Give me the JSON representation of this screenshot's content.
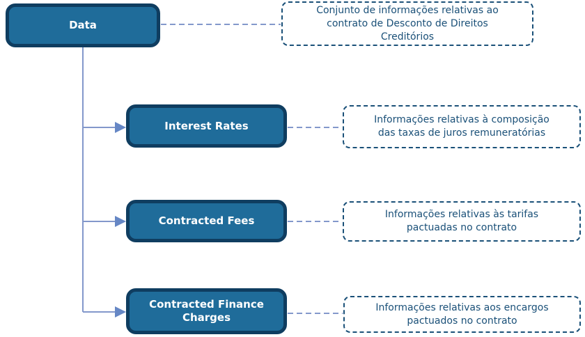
{
  "tree": {
    "root": {
      "label": "Data",
      "description_lines": [
        "Conjunto de informações relativas ao",
        "contrato de Desconto de Direitos",
        "Creditórios"
      ]
    },
    "children": [
      {
        "label": "Interest Rates",
        "description_lines": [
          "Informações relativas à composição",
          "das taxas de juros remuneratórias"
        ]
      },
      {
        "label": "Contracted Fees",
        "description_lines": [
          "Informações relativas às tarifas",
          "pactuadas no contrato"
        ]
      },
      {
        "label": "Contracted Finance Charges",
        "description_lines": [
          "Informações relativas aos encargos",
          "pactuados no contrato"
        ]
      }
    ]
  },
  "colors": {
    "background": "#ffffff",
    "node_fill": "#1f6c9a",
    "node_border": "#0f3d60",
    "node_text": "#ffffff",
    "note_border": "#1a5078",
    "note_text": "#1a5078",
    "connector_line": "#8398cb",
    "arrowhead": "#6687c5"
  }
}
